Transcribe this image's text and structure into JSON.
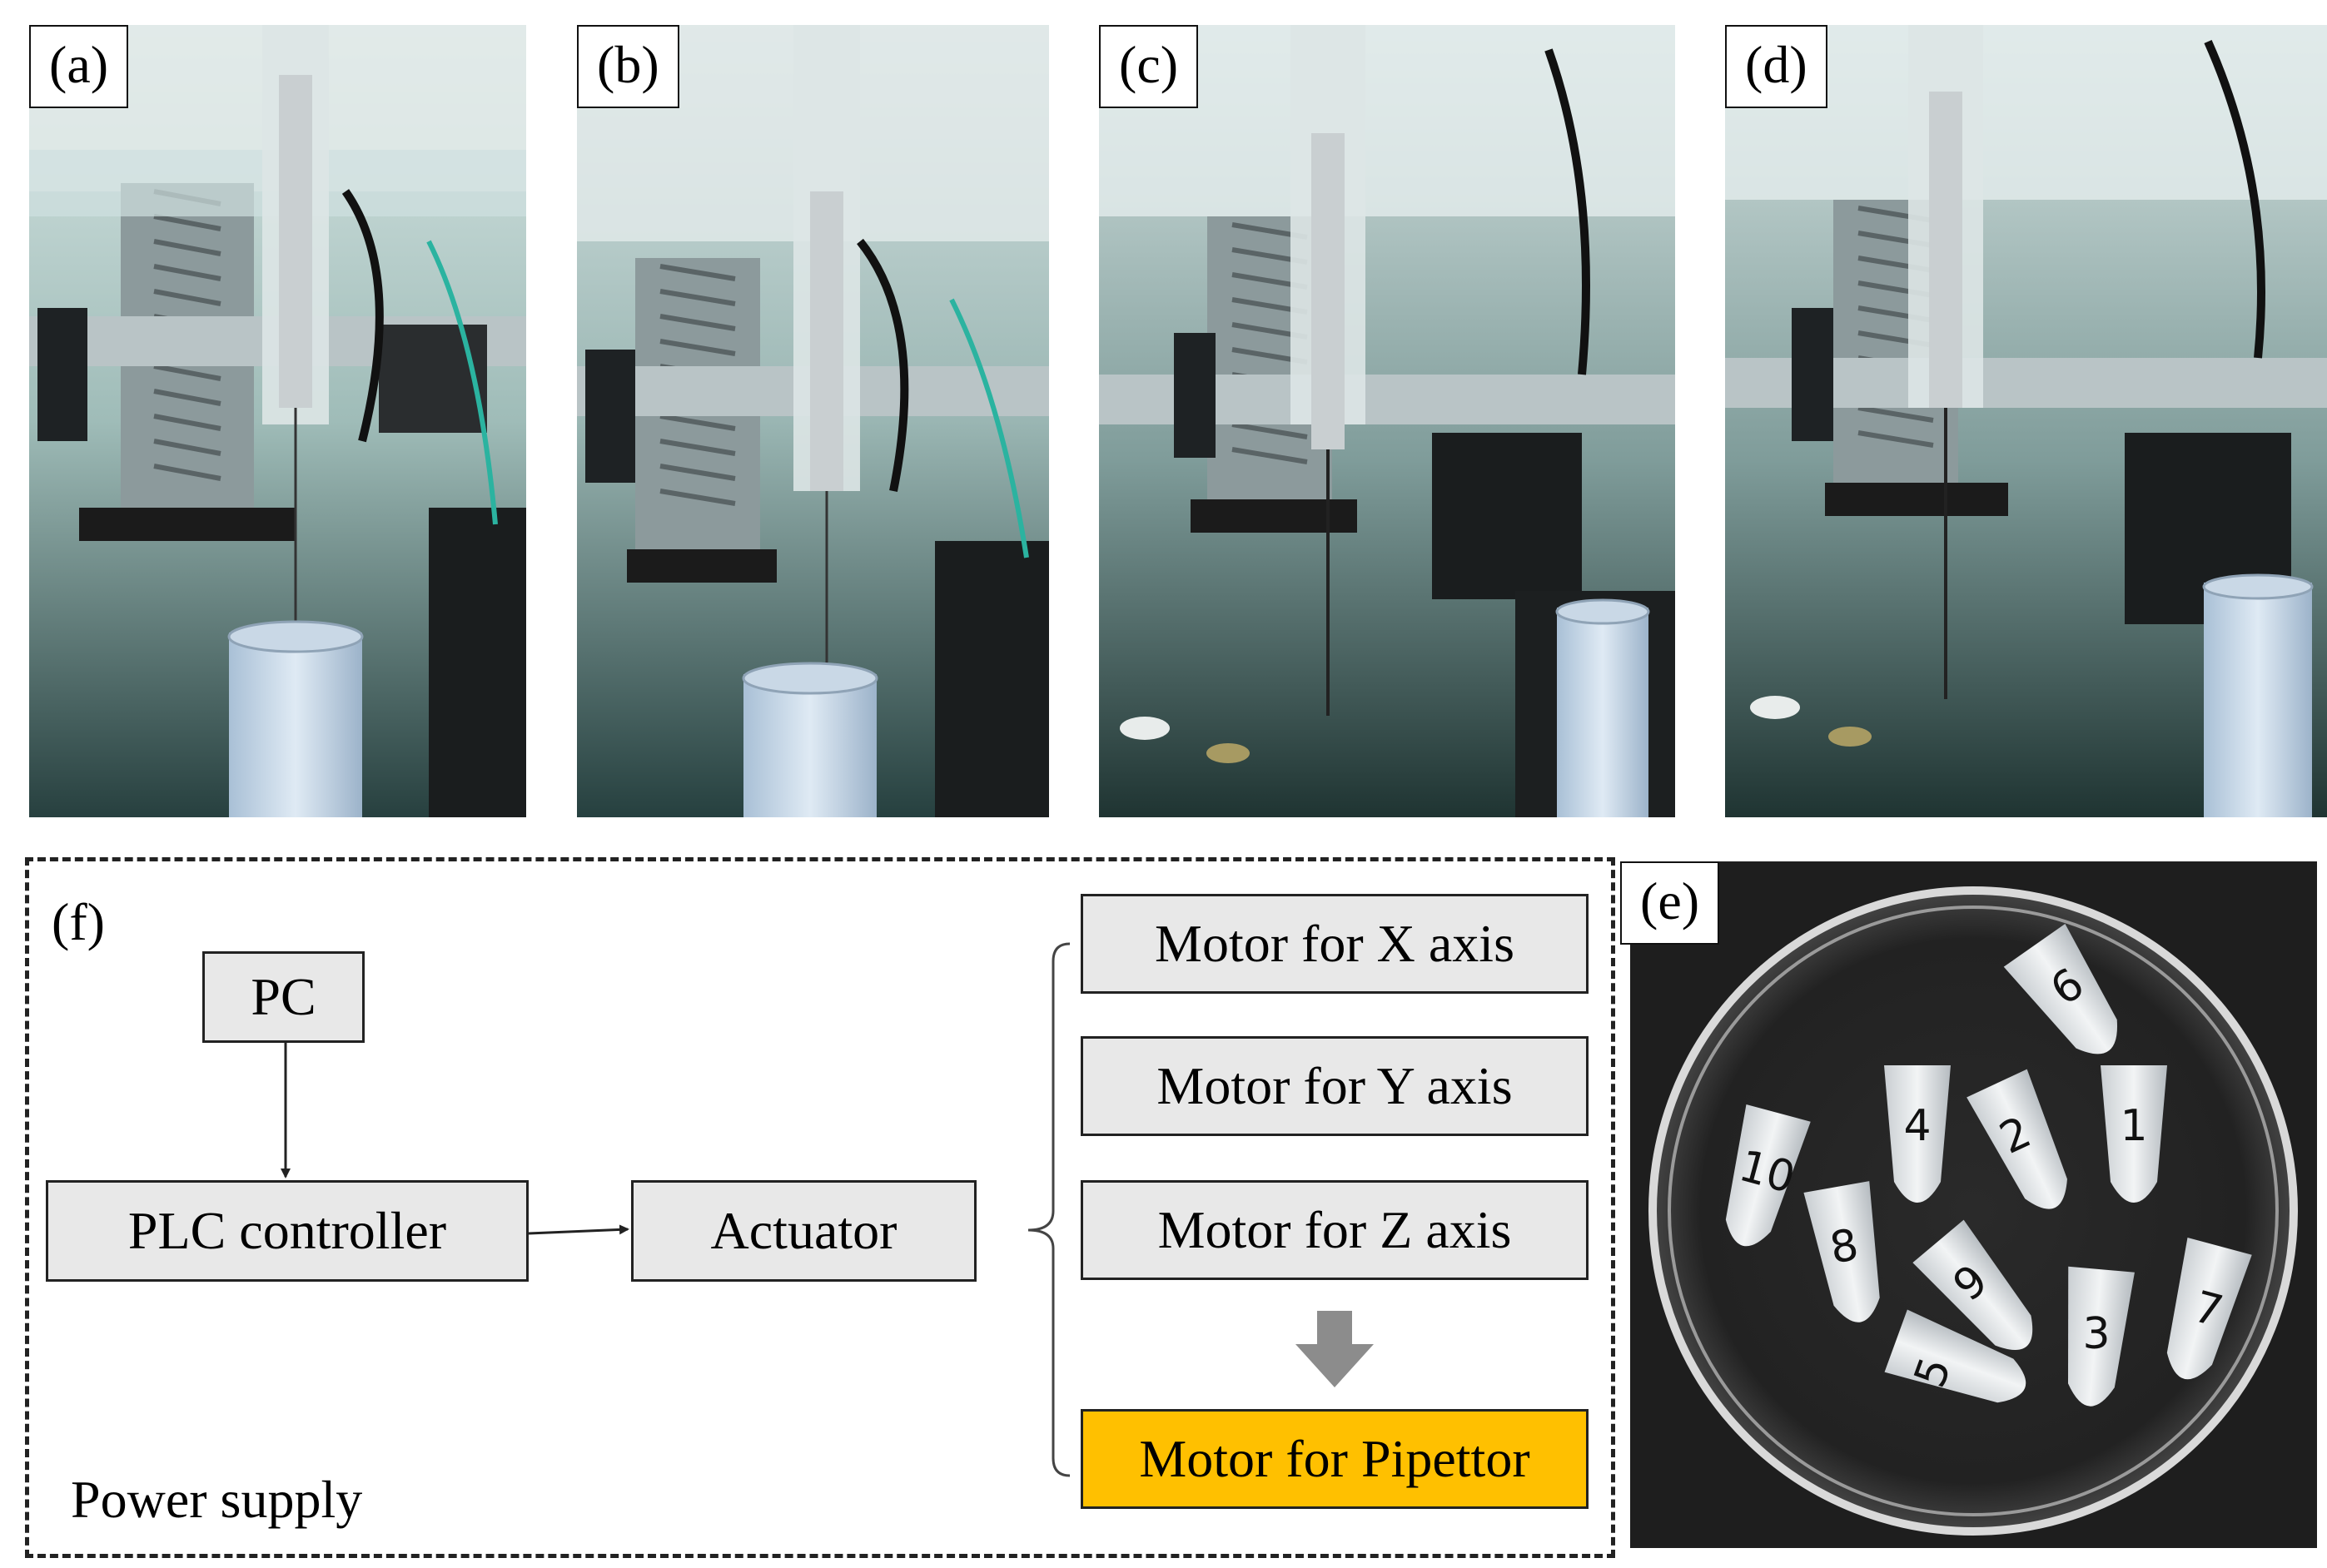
{
  "panels": {
    "a": {
      "label": "(a)"
    },
    "b": {
      "label": "(b)"
    },
    "c": {
      "label": "(c)"
    },
    "d": {
      "label": "(d)"
    },
    "e": {
      "label": "(e)"
    },
    "f": {
      "label": "(f)"
    }
  },
  "diagram": {
    "pc": "PC",
    "plc": "PLC controller",
    "actuator": "Actuator",
    "motors": [
      "Motor for X axis",
      "Motor for Y axis",
      "Motor for Z axis"
    ],
    "pipettor": "Motor for Pipettor",
    "power": "Power supply"
  },
  "tubes": {
    "labels": [
      "6",
      "4",
      "2",
      "1",
      "10",
      "8",
      "9",
      "5",
      "3",
      "7"
    ]
  },
  "colors": {
    "box_fill": "#e8e8e8",
    "highlight": "#ffc000",
    "arrow_gray": "#8c8c8c"
  }
}
